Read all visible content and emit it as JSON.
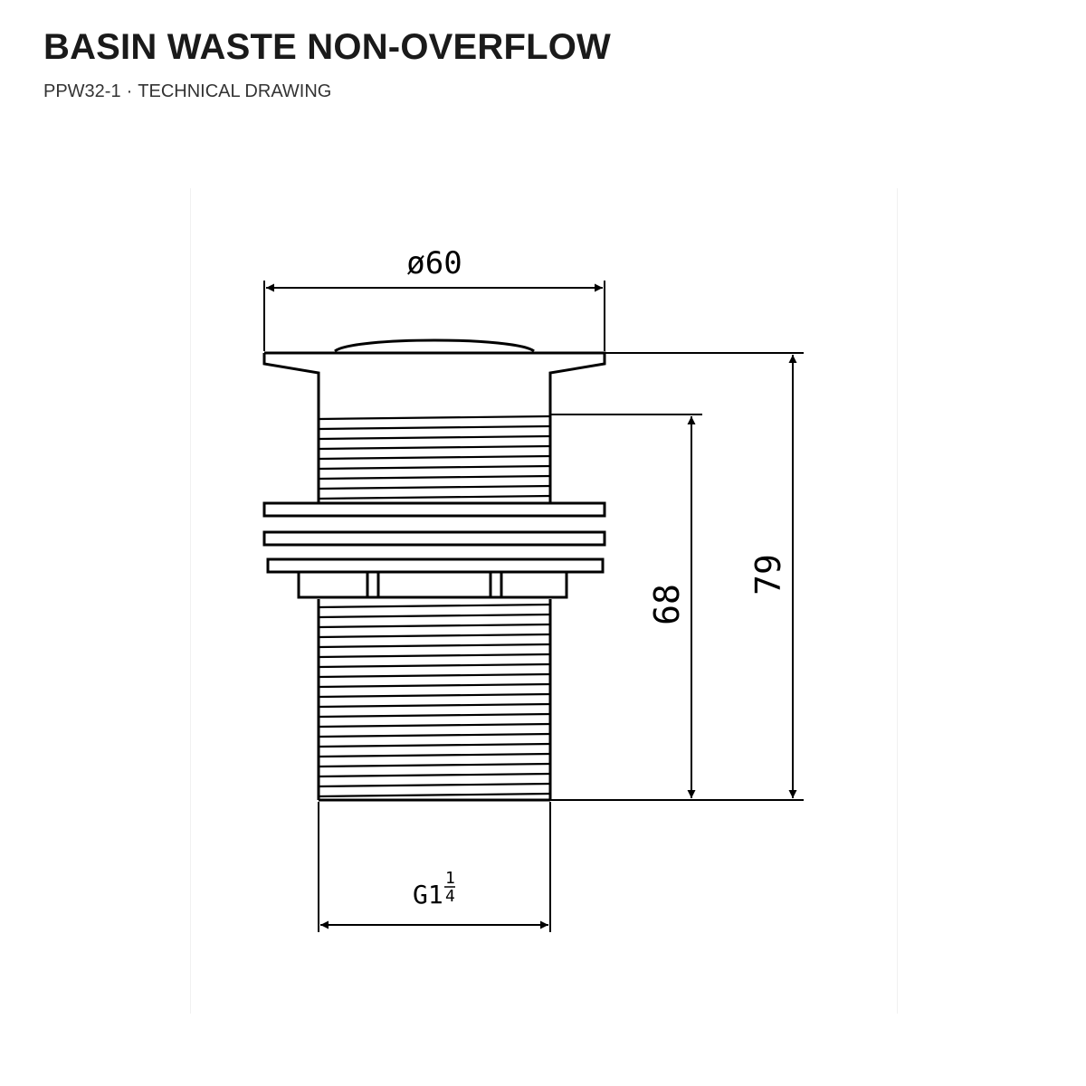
{
  "header": {
    "title": "BASIN WASTE NON-OVERFLOW",
    "product_code": "PPW32-1",
    "separator": "·",
    "subtitle": "TECHNICAL DRAWING"
  },
  "dimensions": {
    "flange_diameter": "ø60",
    "thread_length": "68",
    "overall_height": "79",
    "thread_size_main": "G1",
    "thread_size_num": "1",
    "thread_size_den": "4"
  },
  "colors": {
    "line": "#000000",
    "background": "#ffffff"
  }
}
